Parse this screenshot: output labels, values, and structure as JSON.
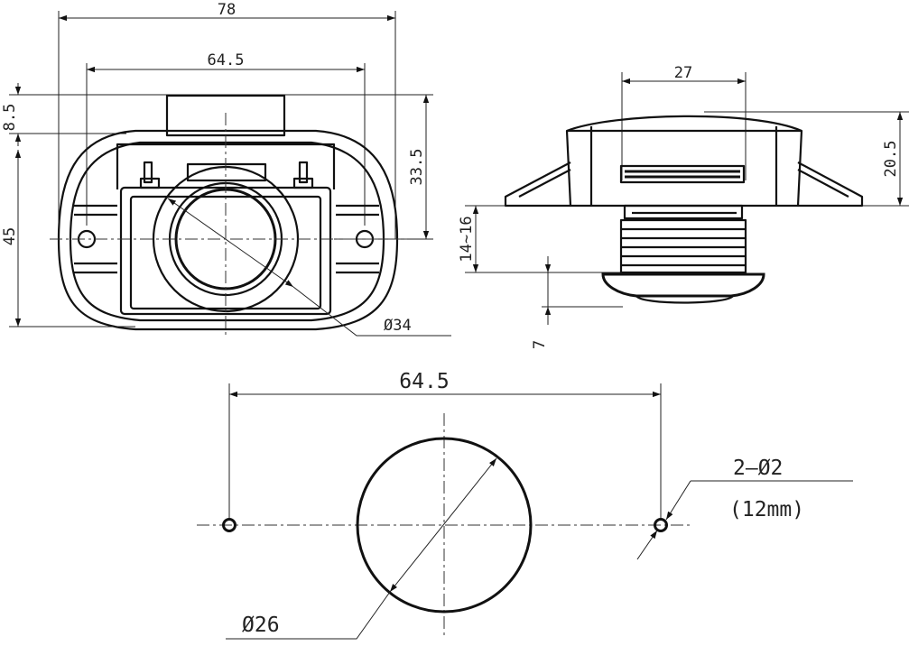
{
  "front_view": {
    "dim_overall_width": "78",
    "dim_hole_spacing": "64.5",
    "dim_top_offset": "8.5",
    "dim_height": "45",
    "dim_body_height": "33.5",
    "dim_button_diameter": "Ø34"
  },
  "side_view": {
    "dim_cap_width": "27",
    "dim_cap_height": "20.5",
    "dim_thread_range": "14~16",
    "dim_flange": "7"
  },
  "cutout": {
    "dim_hole_spacing": "64.5",
    "dim_screw_holes": "2–Ø2",
    "dim_screw_note": "(12mm)",
    "dim_cutout_diameter": "Ø26"
  }
}
